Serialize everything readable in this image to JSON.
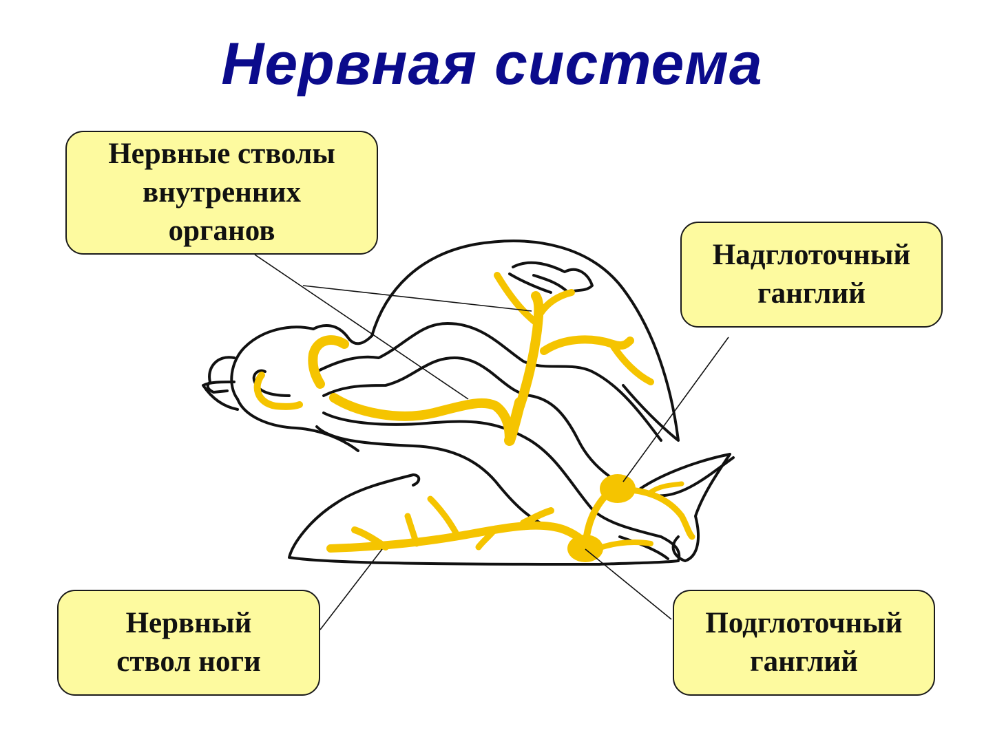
{
  "slide": {
    "title": "Нервная система",
    "background_color": "#ffffff",
    "title_color": "#0b0b8c"
  },
  "diagram": {
    "subject": "snail-nervous-system",
    "nerve_color": "#f5c400",
    "outline_color": "#111111",
    "label_box_color": "#fdfa9f"
  },
  "labels": {
    "internal_organs": {
      "lines": [
        "Нервные стволы",
        "внутренних",
        "органов"
      ]
    },
    "supraesophageal": {
      "lines": [
        "Надглоточный",
        "ганглий"
      ]
    },
    "foot_trunk": {
      "lines": [
        "Нервный",
        "ствол ноги"
      ]
    },
    "subesophageal": {
      "lines": [
        "Подглоточный",
        "ганглий"
      ]
    }
  }
}
